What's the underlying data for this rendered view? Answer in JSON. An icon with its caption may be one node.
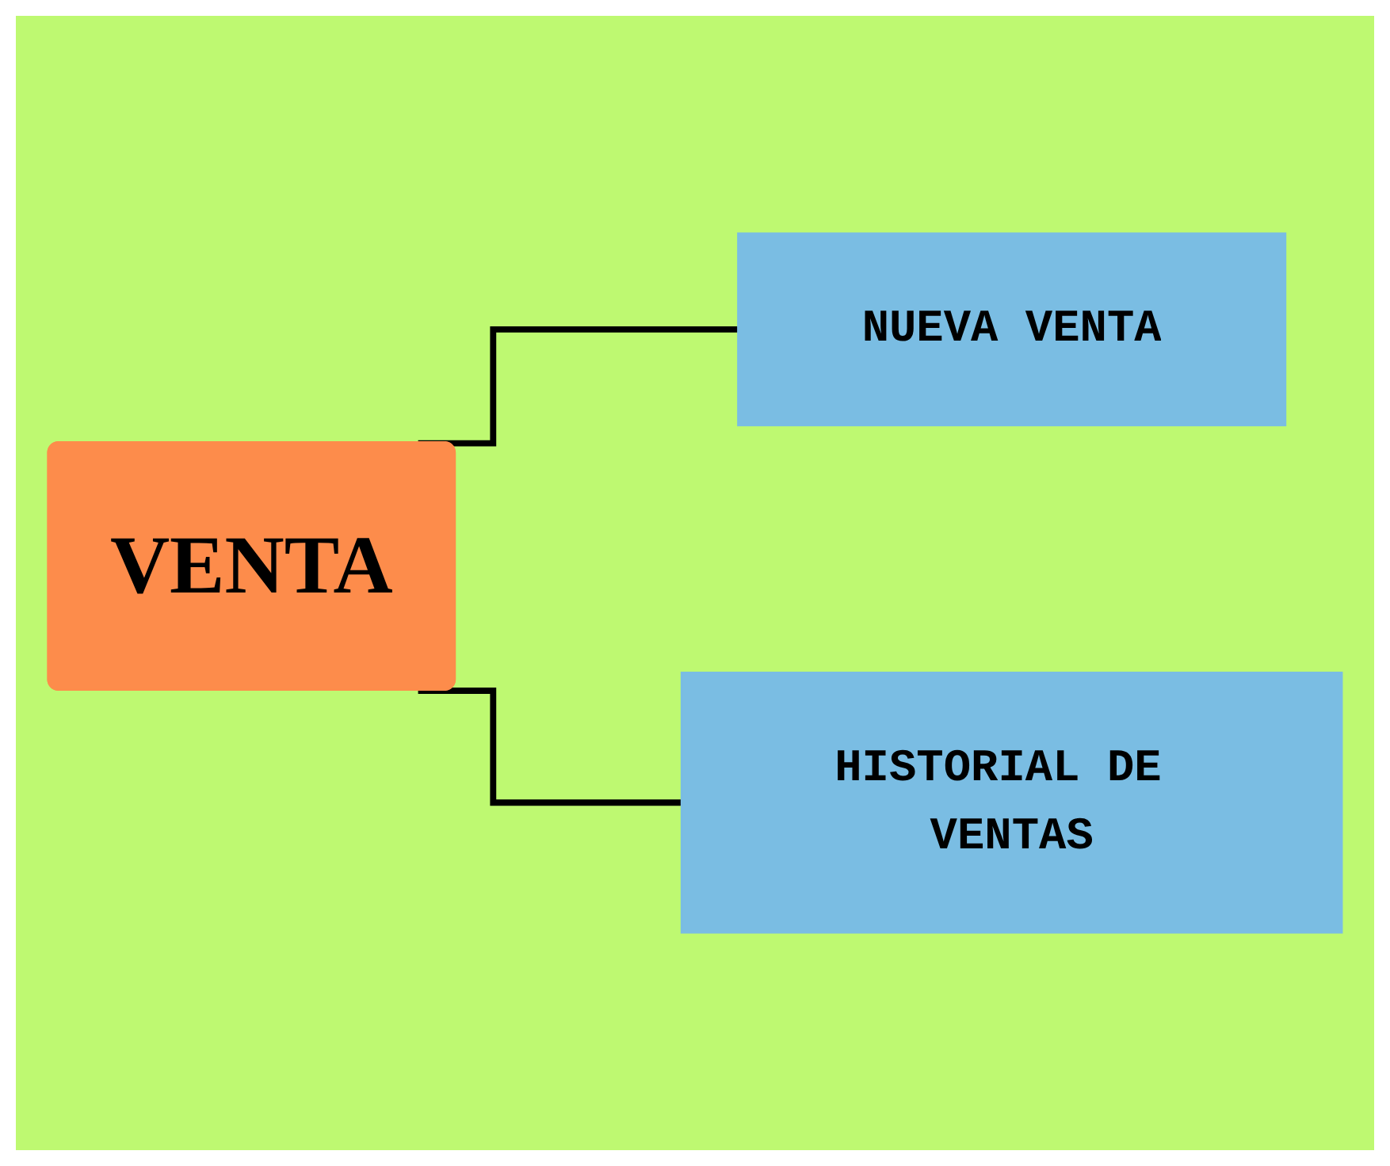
{
  "diagram": {
    "nodes": [
      {
        "text": [
          "VENTA"
        ]
      },
      {
        "text": [
          "NUEVA VENTA"
        ]
      },
      {
        "text": [
          "HISTORIAL DE VENTAS"
        ]
      }
    ],
    "edges": [
      {
        "from": 0,
        "to": 1,
        "arrow": "none"
      },
      {
        "from": 0,
        "to": 2,
        "arrow": "none"
      }
    ]
  }
}
